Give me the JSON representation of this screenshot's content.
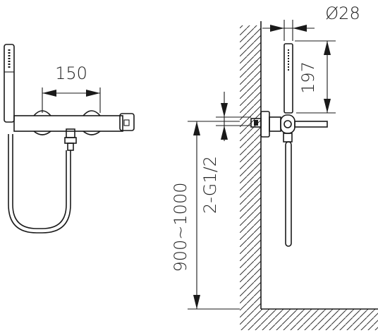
{
  "dimensions": {
    "spout_spacing": "150",
    "diameter": "Ø28",
    "holder_height": "197",
    "thread": "2-G1/2",
    "mount_height": "900~1000"
  }
}
